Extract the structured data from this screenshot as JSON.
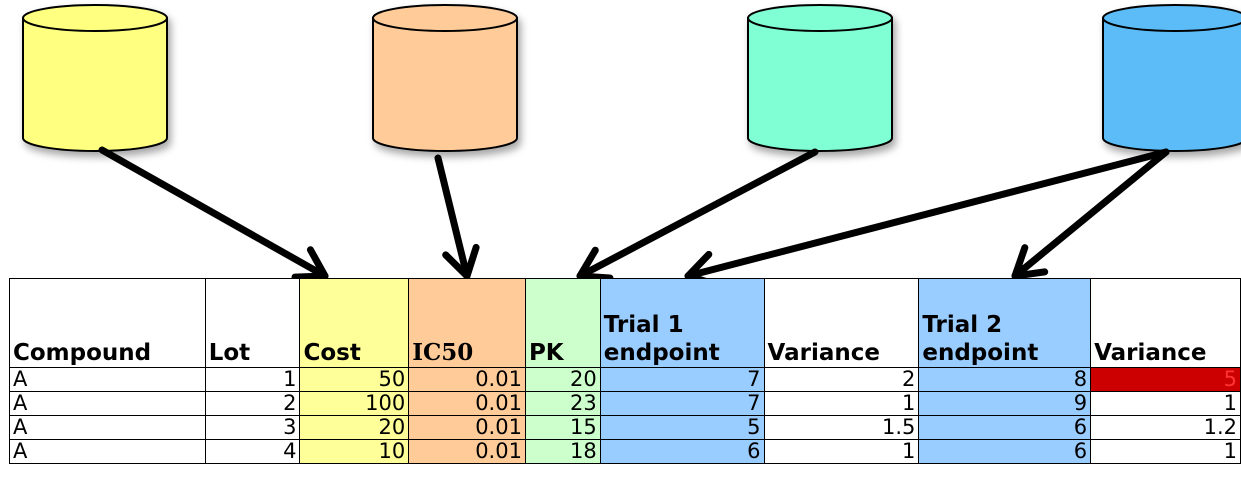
{
  "databases": [
    {
      "name": "yellow-database",
      "fill": "#ffff80"
    },
    {
      "name": "orange-database",
      "fill": "#ffcc99"
    },
    {
      "name": "teal-database",
      "fill": "#80ffd4"
    },
    {
      "name": "blue-database",
      "fill": "#5bbcf7"
    }
  ],
  "table": {
    "headers": [
      "Compound",
      "Lot",
      "Cost",
      "IC50",
      "PK",
      "Trial 1 endpoint",
      "Variance",
      "Trial 2 endpoint",
      "Variance"
    ],
    "rows": [
      [
        "A",
        "1",
        "50",
        "0.01",
        "20",
        "7",
        "2",
        "8",
        "5"
      ],
      [
        "A",
        "2",
        "100",
        "0.01",
        "23",
        "7",
        "1",
        "9",
        "1"
      ],
      [
        "A",
        "3",
        "20",
        "0.01",
        "15",
        "5",
        "1.5",
        "6",
        "1.2"
      ],
      [
        "A",
        "4",
        "10",
        "0.01",
        "18",
        "6",
        "1",
        "6",
        "1"
      ]
    ],
    "flagged_cell": {
      "row": 0,
      "col": 8,
      "color": "#cc0000"
    }
  }
}
